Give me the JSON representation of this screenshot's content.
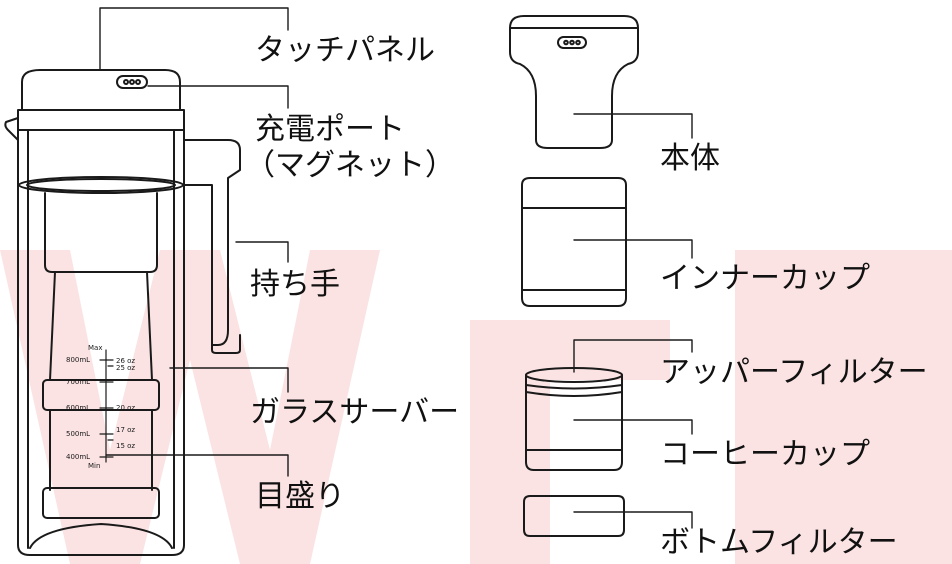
{
  "colors": {
    "line": "#1a1a1a",
    "watermark": "#fbe3e3"
  },
  "labels": {
    "touch_panel": "タッチパネル",
    "charge_port_line1": "充電ポート",
    "charge_port_line2": "（マグネット）",
    "handle": "持ち手",
    "glass_server": "ガラスサーバー",
    "scale": "目盛り",
    "main_body": "本体",
    "inner_cup": "インナーカップ",
    "upper_filter": "アッパーフィルター",
    "coffee_cup": "コーヒーカップ",
    "bottom_filter": "ボトムフィルター"
  },
  "scale_marks": {
    "max": "Max",
    "min": "Min",
    "ml_800": "800mL",
    "ml_700": "700mL",
    "ml_600": "600mL",
    "ml_500": "500mL",
    "ml_400": "400mL",
    "oz_26": "26 oz",
    "oz_25": "25 oz",
    "oz_20": "20 oz",
    "oz_17": "17 oz",
    "oz_15": "15 oz"
  }
}
